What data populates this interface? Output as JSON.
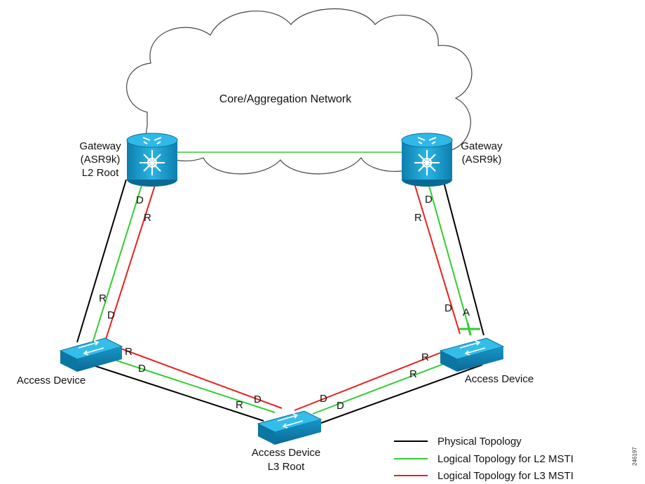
{
  "cloud": {
    "label": "Core/Aggregation Network"
  },
  "nodes": {
    "gw_left": {
      "line1": "Gateway",
      "line2": "(ASR9k)",
      "line3": "L2 Root"
    },
    "gw_right": {
      "line1": "Gateway",
      "line2": "(ASR9k)"
    },
    "access_left": {
      "label": "Access Device"
    },
    "access_right": {
      "label": "Access Device"
    },
    "access_bottom": {
      "line1": "Access Device",
      "line2": "L3 Root"
    }
  },
  "ports": {
    "gw_left_green": "D",
    "gw_left_red": "R",
    "acc_left_up_green": "R",
    "acc_left_up_red": "D",
    "gw_right_green": "D",
    "gw_right_red": "R",
    "acc_right_up_red": "D",
    "acc_right_up_green": "A",
    "acc_left_right_red": "R",
    "acc_left_right_green": "D",
    "acc_bottom_left_green": "R",
    "acc_bottom_left_red": "D",
    "acc_bottom_right_red": "D",
    "acc_bottom_right_green": "D",
    "acc_right_left_red": "R",
    "acc_right_left_green": "R"
  },
  "legend": [
    {
      "label": "Physical Topology",
      "color": "#000000"
    },
    {
      "label": "Logical Topology for L2 MSTI",
      "color": "#33cc33"
    },
    {
      "label": "Logical Topology for L3 MSTI",
      "color": "#e8201c"
    }
  ],
  "figure_id": "246197",
  "colors": {
    "device": "#1aa3d6",
    "device_dark": "#0b6f9a",
    "physical": "#000000",
    "l2": "#33cc33",
    "l3": "#e8201c"
  }
}
